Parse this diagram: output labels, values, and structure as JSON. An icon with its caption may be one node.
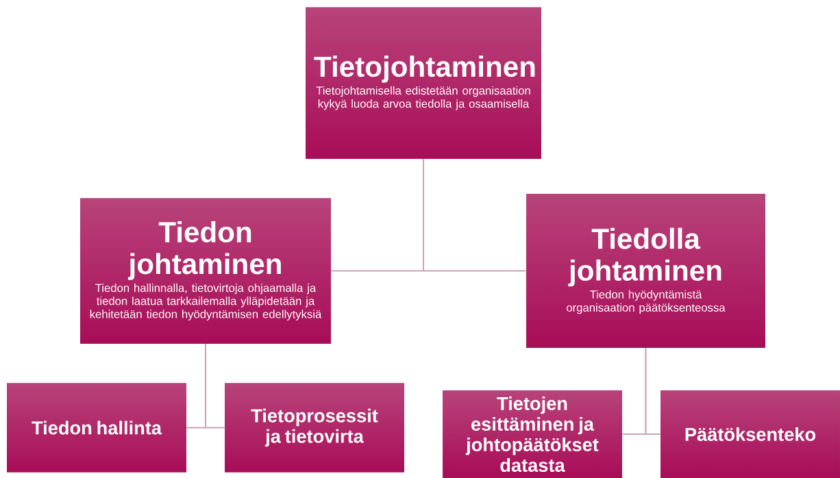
{
  "diagram": {
    "nodes": [
      {
        "text": [
          "Tietojohtaminen",
          "Tietojohtamisella edistetään organisaation kykyä luoda arvoa tiedolla ja osaamisella"
        ]
      },
      {
        "text": [
          "Tiedon johtaminen",
          "Tiedon hallinnalla, tietovirtoja ohjaamalla ja tiedon laatua tarkkailemalla ylläpidetään ja kehitetään tiedon hyödyntämisen edellytyksiä"
        ]
      },
      {
        "text": [
          "Tiedolla johtaminen",
          "Tiedon hyödyntämistä organisaation päätöksenteossa"
        ]
      },
      {
        "text": [
          "Tiedon hallinta"
        ]
      },
      {
        "text": [
          "Tietoprosessit ja tietovirta"
        ]
      },
      {
        "text": [
          "Tietojen esittäminen ja johtopäätökset datasta"
        ]
      },
      {
        "text": [
          "Päätöksenteko"
        ]
      }
    ],
    "edges": [
      {
        "from": 0,
        "to": 1,
        "arrow": "none"
      },
      {
        "from": 0,
        "to": 2,
        "arrow": "none"
      },
      {
        "from": 1,
        "to": 3,
        "arrow": "none"
      },
      {
        "from": 1,
        "to": 4,
        "arrow": "none"
      },
      {
        "from": 2,
        "to": 5,
        "arrow": "none"
      },
      {
        "from": 2,
        "to": 6,
        "arrow": "none"
      }
    ]
  }
}
